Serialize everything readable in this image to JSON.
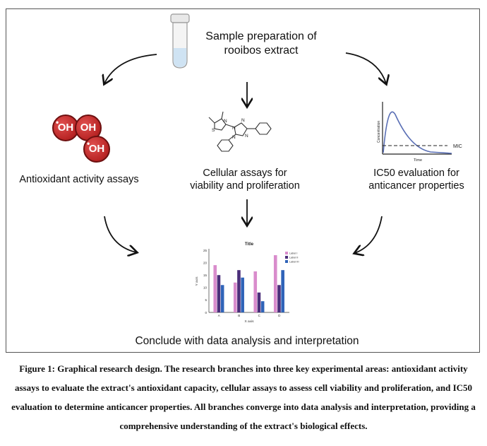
{
  "diagram": {
    "steps": {
      "sample_line1": "Sample preparation of",
      "sample_line2": "rooibos extract",
      "antioxidant": "Antioxidant activity assays",
      "cellular_line1": "Cellular assays for",
      "cellular_line2": "viability and proliferation",
      "ic50_line1": "IC50 evaluation for",
      "ic50_line2": "anticancer properties",
      "conclude": "Conclude with data analysis and interpretation"
    },
    "oh_labels": [
      "OH",
      "OH",
      "OH"
    ],
    "ic50_plot": {
      "ylabel": "Concentration",
      "xlabel": "Time",
      "threshold_label": "MIC"
    },
    "colors": {
      "oh_red": "#c0282a",
      "curve": "#5a6fb5",
      "tube_cap": "#e6e6e6",
      "tube_liquid": "#cfe3f3"
    }
  },
  "chart_data": {
    "type": "bar",
    "title": "Title",
    "xlabel": "X axis",
    "ylabel": "Y axis",
    "categories": [
      "A",
      "B",
      "C",
      "D"
    ],
    "ylim": [
      0,
      25
    ],
    "yticks": [
      "0",
      "5",
      "10",
      "15",
      "20",
      "25"
    ],
    "series": [
      {
        "name": "Label I",
        "color": "#d98ccc",
        "values": [
          19,
          12,
          16.5,
          23
        ]
      },
      {
        "name": "Label II",
        "color": "#4b2f7a",
        "values": [
          15,
          17,
          8,
          11
        ]
      },
      {
        "name": "Label III",
        "color": "#2f63b8",
        "values": [
          11,
          14,
          4.5,
          17
        ]
      }
    ]
  },
  "caption": "Figure 1: Graphical research design. The research branches into three key experimental areas: antioxidant activity assays to evaluate the extract's antioxidant capacity, cellular assays to assess cell viability and proliferation, and IC50 evaluation to determine anticancer properties. All branches converge into data analysis and interpretation, providing a comprehensive understanding of the extract's biological effects."
}
